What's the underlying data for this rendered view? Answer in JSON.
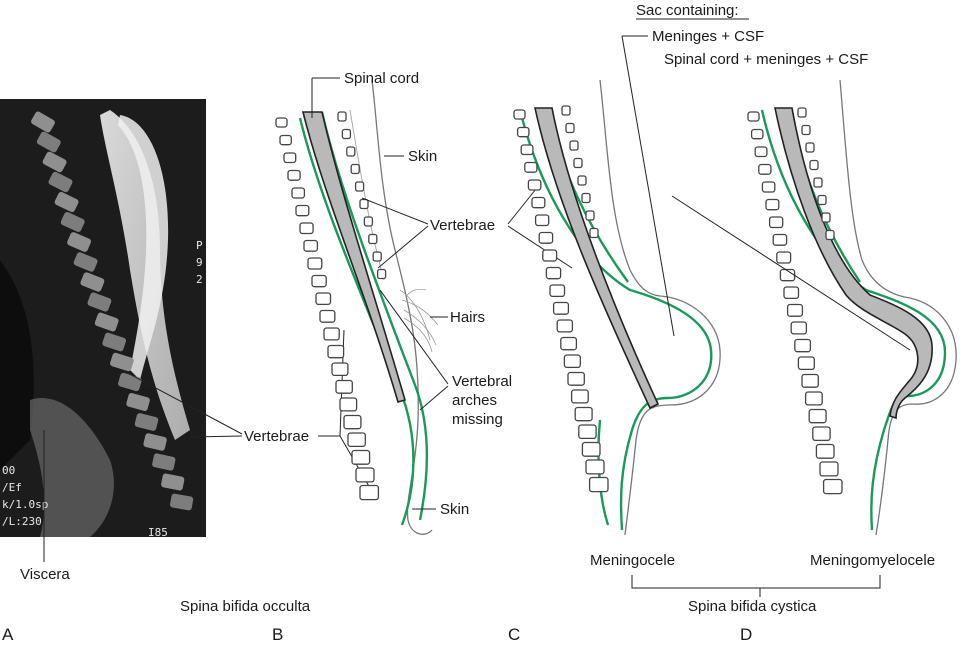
{
  "panels": {
    "a": "A",
    "b": "B",
    "c": "C",
    "d": "D"
  },
  "mri": {
    "label_p": "P",
    "label_9": "9",
    "label_2": "2",
    "overlay_lines": [
      "00",
      "/Ef",
      "k/1.0sp",
      "/L:230"
    ],
    "overlay_bottom": "I85"
  },
  "labels": {
    "viscera": "Viscera",
    "vertebrae_a": "Vertebrae",
    "spinal_cord": "Spinal cord",
    "skin_top": "Skin",
    "vertebrae_bc": "Vertebrae",
    "hairs": "Hairs",
    "arches_line1": "Vertebral",
    "arches_line2": "arches",
    "arches_line3": "missing",
    "skin_bottom": "Skin",
    "sac_containing": "Sac containing:",
    "meninges_csf": "Meninges + CSF",
    "cord_meninges_csf": "Spinal cord + meninges + CSF",
    "meningocele": "Meningocele",
    "meningomyelocele": "Meningomyelocele",
    "occulta": "Spina bifida occulta",
    "cystica": "Spina bifida cystica"
  },
  "colors": {
    "dura": "#1a9a5a",
    "cord": "#b9b9b9",
    "mri_background": "#1c1c1c"
  }
}
